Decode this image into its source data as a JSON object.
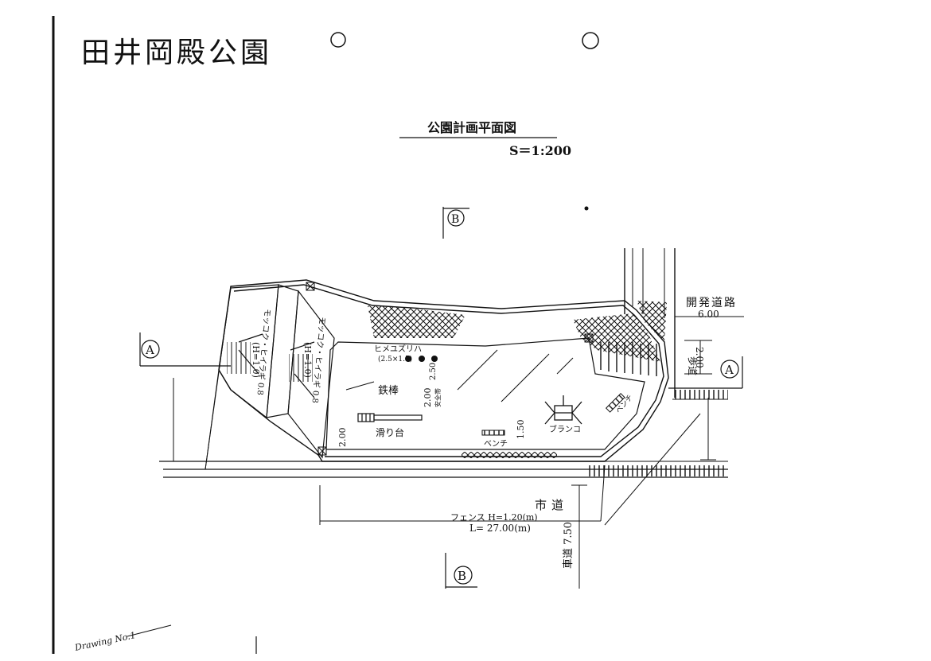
{
  "document": {
    "park_name": "田井岡殿公園",
    "plan_title": "公園計画平面図",
    "scale": "S＝1:200",
    "sheet_number": "Drawing No.1"
  },
  "section_marks": {
    "a_left": "A",
    "a_right": "A",
    "b_top": "B",
    "b_bottom": "B"
  },
  "labels": {
    "development_road": "開発道路",
    "road_width": "6.00",
    "municipal_road": "市道",
    "sidewalk": "歩道",
    "sidewalk_width": "2.00",
    "carriageway_width": "車道 7.50",
    "fence": "フェンス H=1.20(m)",
    "fence_length": "L= 27.00(m)",
    "planting_left_1": "(H=1.0)",
    "planting_left_2": "(H=1.0)",
    "hedge_left": "モッコク・ヒイラギ 0.8",
    "hedge_right": "モッコク・ヒイラギ 0.8",
    "trees": "ヒメユズリハ",
    "trees_spec": "(2.5×1.5)",
    "horizontal_bar": "鉄棒",
    "slide": "滑り台",
    "bench_1": "ベンチ",
    "bench_2": "ベンチ",
    "swing": "ブランコ",
    "dim_200_a": "2.00",
    "dim_200_b": "2.00",
    "dim_safety_a": "安全帯",
    "dim_250": "2.50",
    "dim_150": "1.50"
  }
}
